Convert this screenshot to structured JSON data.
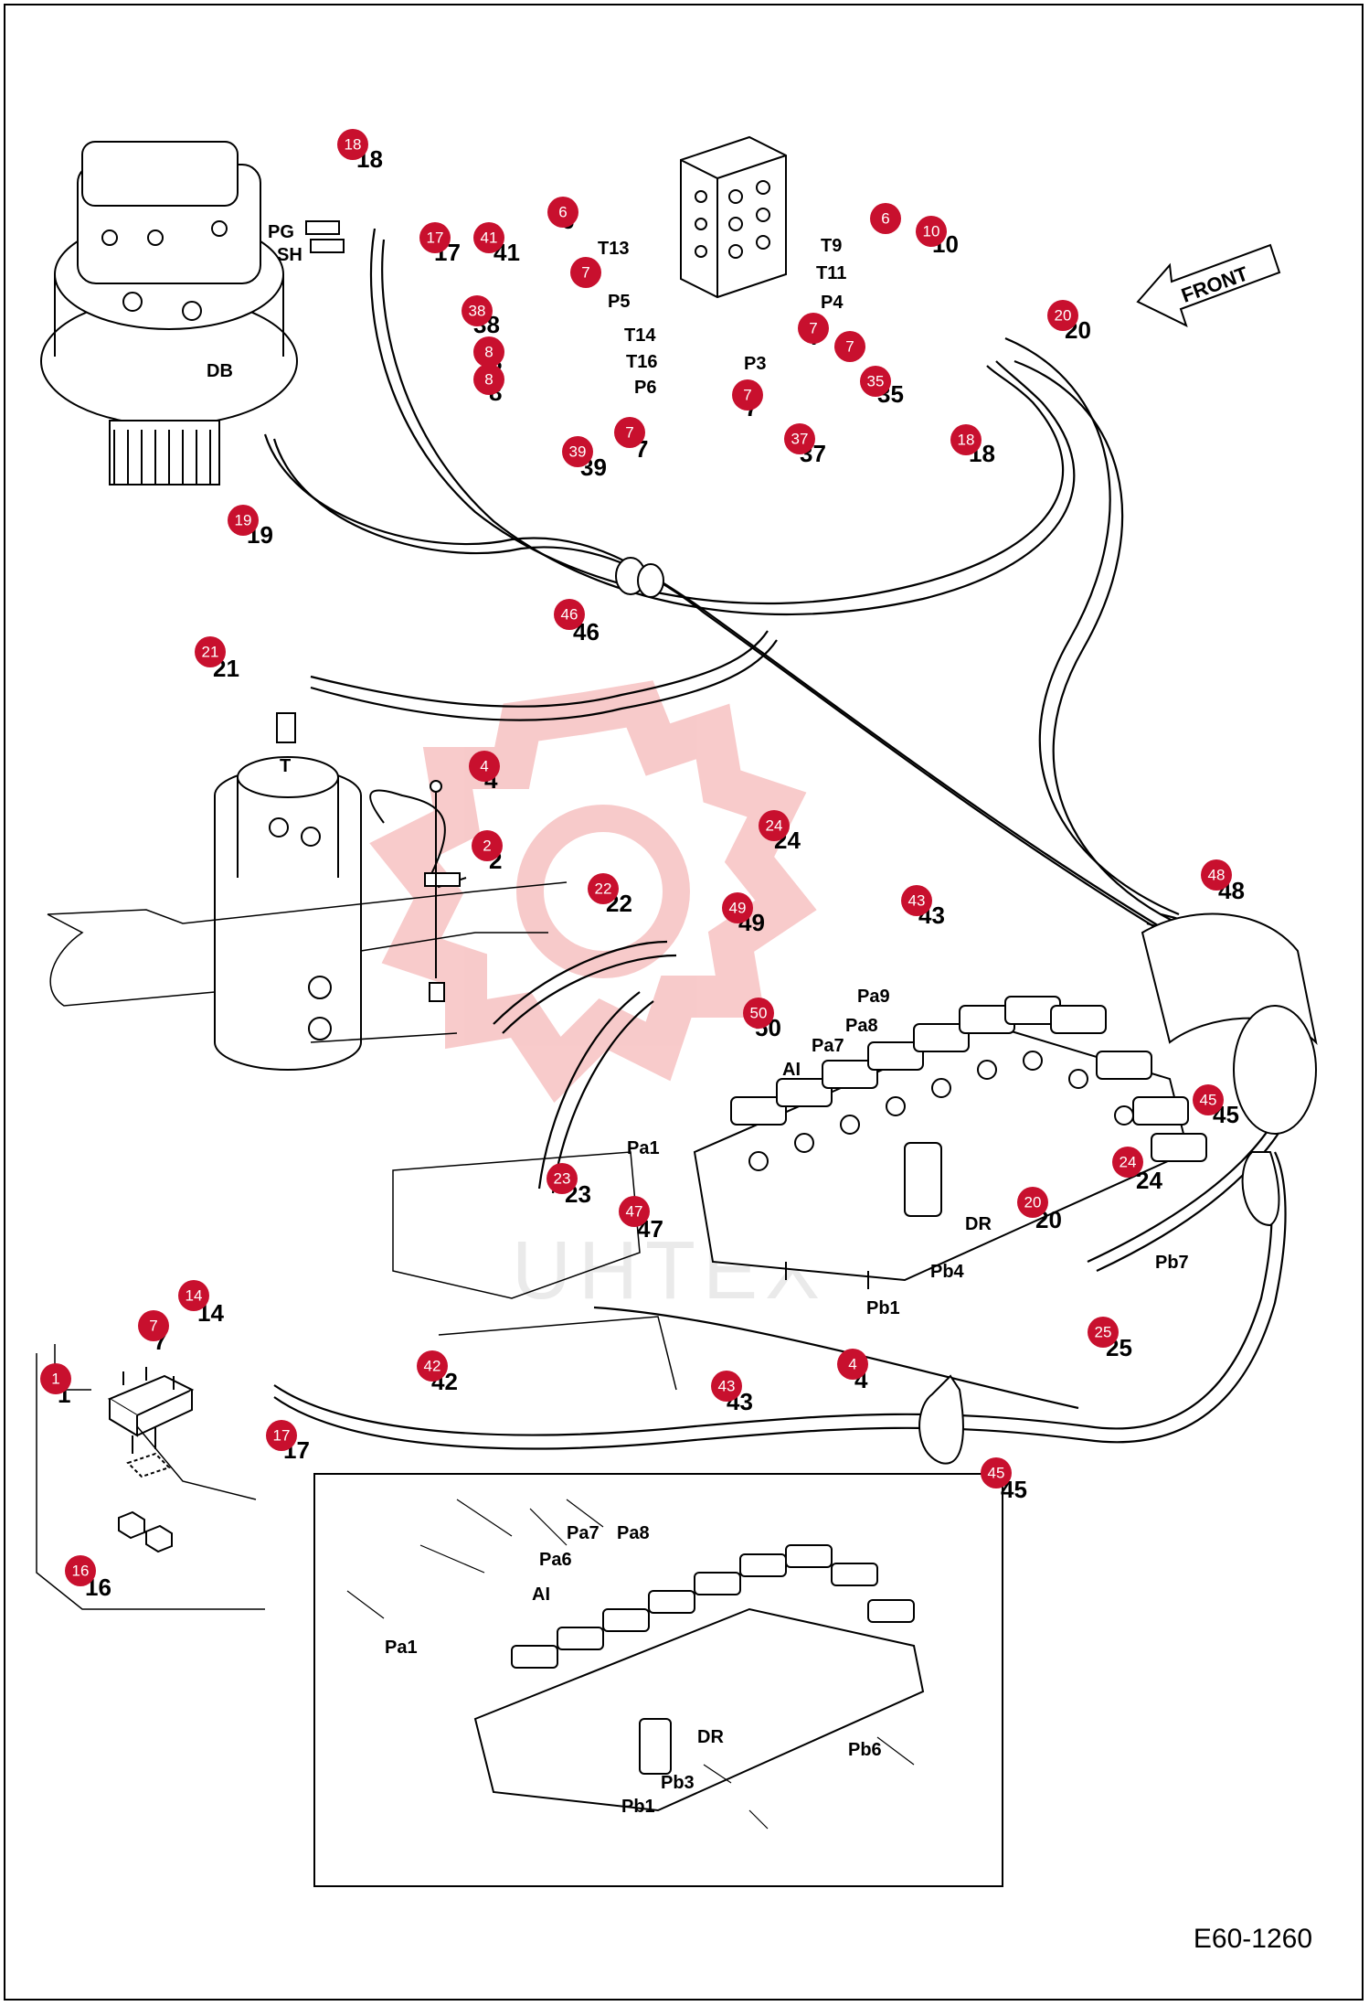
{
  "document": {
    "code": "E60-1260",
    "front_label": "FRONT"
  },
  "colors": {
    "badge": "#c8102e",
    "watermark": "#f2a0a0",
    "line": "#000000"
  },
  "port_labels": {
    "PG": "PG",
    "SH": "SH",
    "DB": "DB",
    "T": "T",
    "T13": "T13",
    "T9": "T9",
    "T11": "T11",
    "T14": "T14",
    "T16": "T16",
    "P5": "P5",
    "P4": "P4",
    "P3": "P3",
    "P6": "P6",
    "Pa9": "Pa9",
    "Pa8": "Pa8",
    "Pa7": "Pa7",
    "AI": "AI",
    "Pa1": "Pa1",
    "DR": "DR",
    "Pb4": "Pb4",
    "Pb1": "Pb1",
    "Pb7": "Pb7",
    "inset_Pa7": "Pa7",
    "inset_Pa8": "Pa8",
    "inset_Pa6": "Pa6",
    "inset_AI": "AI",
    "inset_Pa1": "Pa1",
    "inset_DR": "DR",
    "inset_Pb6": "Pb6",
    "inset_Pb3": "Pb3",
    "inset_Pb1": "Pb1"
  },
  "callouts": [
    {
      "badge": "18",
      "number": "18"
    },
    {
      "badge": "17",
      "number": "17"
    },
    {
      "badge": "41",
      "number": "41"
    },
    {
      "badge": "6",
      "number": "6"
    },
    {
      "badge": "7",
      "number": "7"
    },
    {
      "badge": "38",
      "number": "38"
    },
    {
      "badge": "8",
      "number": "8"
    },
    {
      "badge": "8",
      "number": "8"
    },
    {
      "badge": "39",
      "number": "39"
    },
    {
      "badge": "7",
      "number": "7"
    },
    {
      "badge": "6",
      "number": "6"
    },
    {
      "badge": "10",
      "number": "10"
    },
    {
      "badge": "7",
      "number": "7"
    },
    {
      "badge": "7",
      "number": "7"
    },
    {
      "badge": "35",
      "number": "35"
    },
    {
      "badge": "20",
      "number": "20"
    },
    {
      "badge": "7",
      "number": "7"
    },
    {
      "badge": "37",
      "number": "37"
    },
    {
      "badge": "18",
      "number": "18"
    },
    {
      "badge": "19",
      "number": "19"
    },
    {
      "badge": "46",
      "number": "46"
    },
    {
      "badge": "21",
      "number": "21"
    },
    {
      "badge": "4",
      "number": "4"
    },
    {
      "badge": "2",
      "number": "2"
    },
    {
      "badge": "24",
      "number": "24"
    },
    {
      "badge": "43",
      "number": "43"
    },
    {
      "badge": "48",
      "number": "48"
    },
    {
      "badge": "22",
      "number": "22"
    },
    {
      "badge": "49",
      "number": "49"
    },
    {
      "badge": "50",
      "number": "50"
    },
    {
      "badge": "45",
      "number": "45"
    },
    {
      "badge": "24",
      "number": "24"
    },
    {
      "badge": "20",
      "number": "20"
    },
    {
      "badge": "23",
      "number": "23"
    },
    {
      "badge": "47",
      "number": "47"
    },
    {
      "badge": "25",
      "number": "25"
    },
    {
      "badge": "14",
      "number": "14"
    },
    {
      "badge": "7",
      "number": "7"
    },
    {
      "badge": "1",
      "number": "1"
    },
    {
      "badge": "42",
      "number": "42"
    },
    {
      "badge": "43",
      "number": "43"
    },
    {
      "badge": "4",
      "number": "4"
    },
    {
      "badge": "17",
      "number": "17"
    },
    {
      "badge": "45",
      "number": "45"
    },
    {
      "badge": "16",
      "number": "16"
    }
  ]
}
